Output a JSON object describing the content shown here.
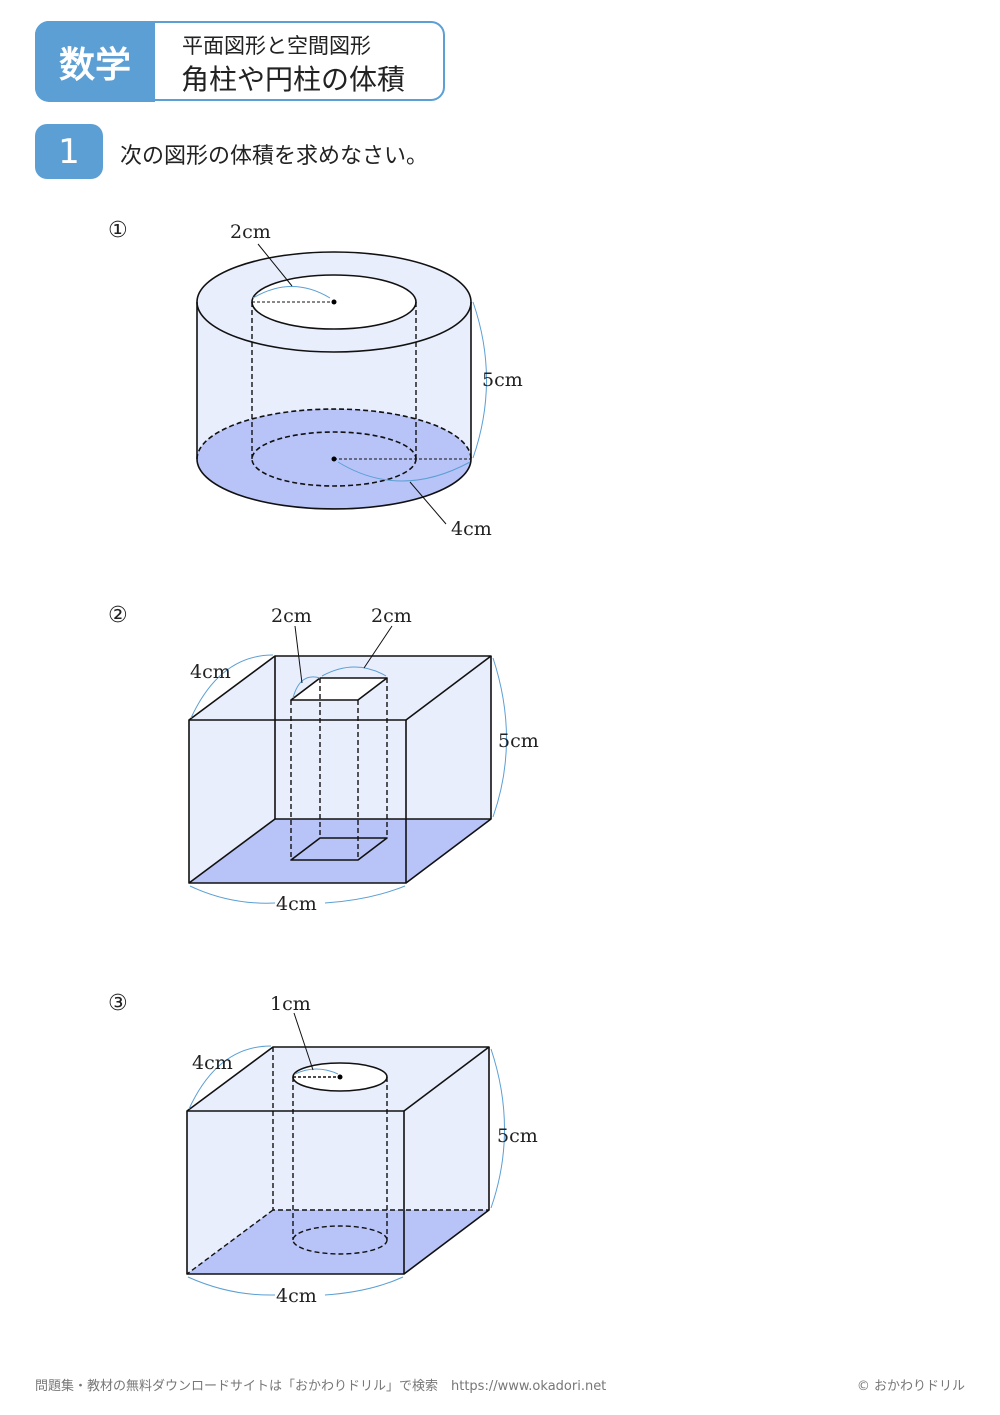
{
  "header": {
    "subject": "数学",
    "subtitle": "平面図形と空間図形",
    "title": "角柱や円柱の体積"
  },
  "question": {
    "number": "1",
    "instruction": "次の図形の体積を求めなさい。"
  },
  "problems": [
    {
      "label": "①",
      "inner_radius": "2cm",
      "height": "5cm",
      "outer_radius": "4cm"
    },
    {
      "label": "②",
      "depth": "4cm",
      "hole_w": "2cm",
      "hole_d": "2cm",
      "height": "5cm",
      "width": "4cm"
    },
    {
      "label": "③",
      "depth": "4cm",
      "hole_radius": "1cm",
      "height": "5cm",
      "width": "4cm"
    }
  ],
  "footer": {
    "left": "問題集・教材の無料ダウンロードサイトは「おかわりドリル」で検索　https://www.okadori.net",
    "right": "© おかわりドリル"
  },
  "colors": {
    "accent": "#5b9fd4",
    "body": "#e8eefc",
    "base": "#b8c4f8"
  }
}
